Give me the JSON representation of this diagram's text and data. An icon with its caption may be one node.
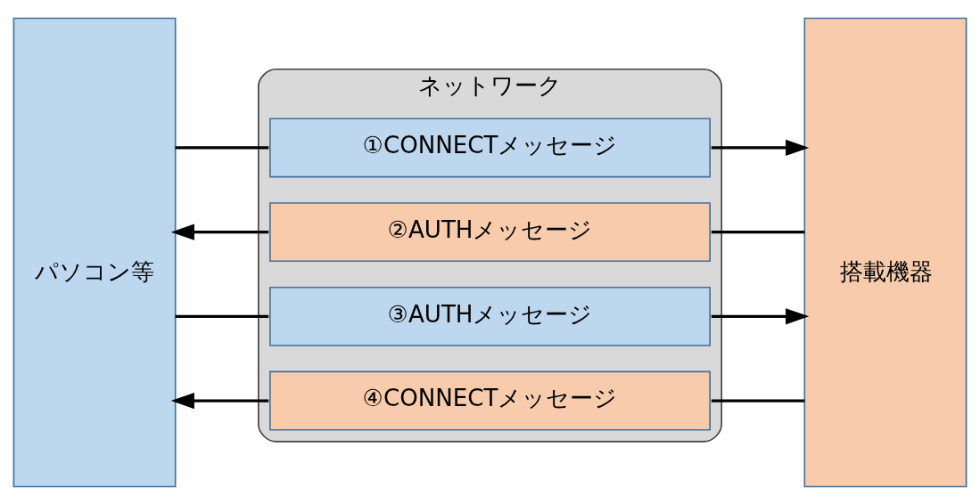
{
  "diagram": {
    "nodes": [
      {
        "text": [
          "パソコン等"
        ]
      },
      {
        "text": [
          "ネットワーク"
        ]
      },
      {
        "text": [
          "①CONNECTメッセージ"
        ],
        "in": 1
      },
      {
        "text": [
          "②AUTHメッセージ"
        ],
        "in": 1
      },
      {
        "text": [
          "③AUTHメッセージ"
        ],
        "in": 1
      },
      {
        "text": [
          "④CONNECTメッセージ"
        ],
        "in": 1
      },
      {
        "text": [
          "搭載機器"
        ]
      }
    ],
    "edges": [
      {
        "from": 0,
        "to": 2,
        "arrow": "none"
      },
      {
        "from": 2,
        "to": 6,
        "arrow": "to"
      },
      {
        "from": 6,
        "to": 3,
        "arrow": "none"
      },
      {
        "from": 3,
        "to": 0,
        "arrow": "to"
      },
      {
        "from": 0,
        "to": 4,
        "arrow": "none"
      },
      {
        "from": 4,
        "to": 6,
        "arrow": "to"
      },
      {
        "from": 6,
        "to": 5,
        "arrow": "none"
      },
      {
        "from": 5,
        "to": 0,
        "arrow": "to"
      }
    ]
  }
}
